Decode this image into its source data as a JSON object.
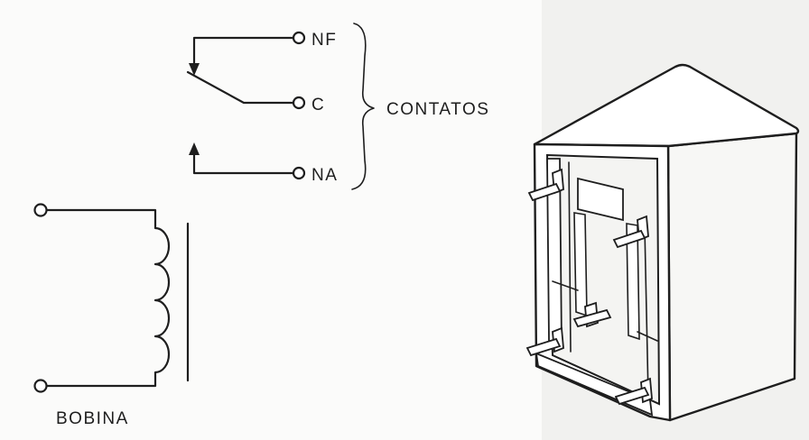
{
  "schematic": {
    "terminals": {
      "nf": "NF",
      "c": "C",
      "na": "NA"
    },
    "contacts_label": "CONTATOS",
    "coil_label": "BOBINA"
  },
  "colors": {
    "ink": "#1e1e1e",
    "paper": "#fbfbfa",
    "relay_face": "#ffffff",
    "relay_shade": "#f3f3f1"
  }
}
